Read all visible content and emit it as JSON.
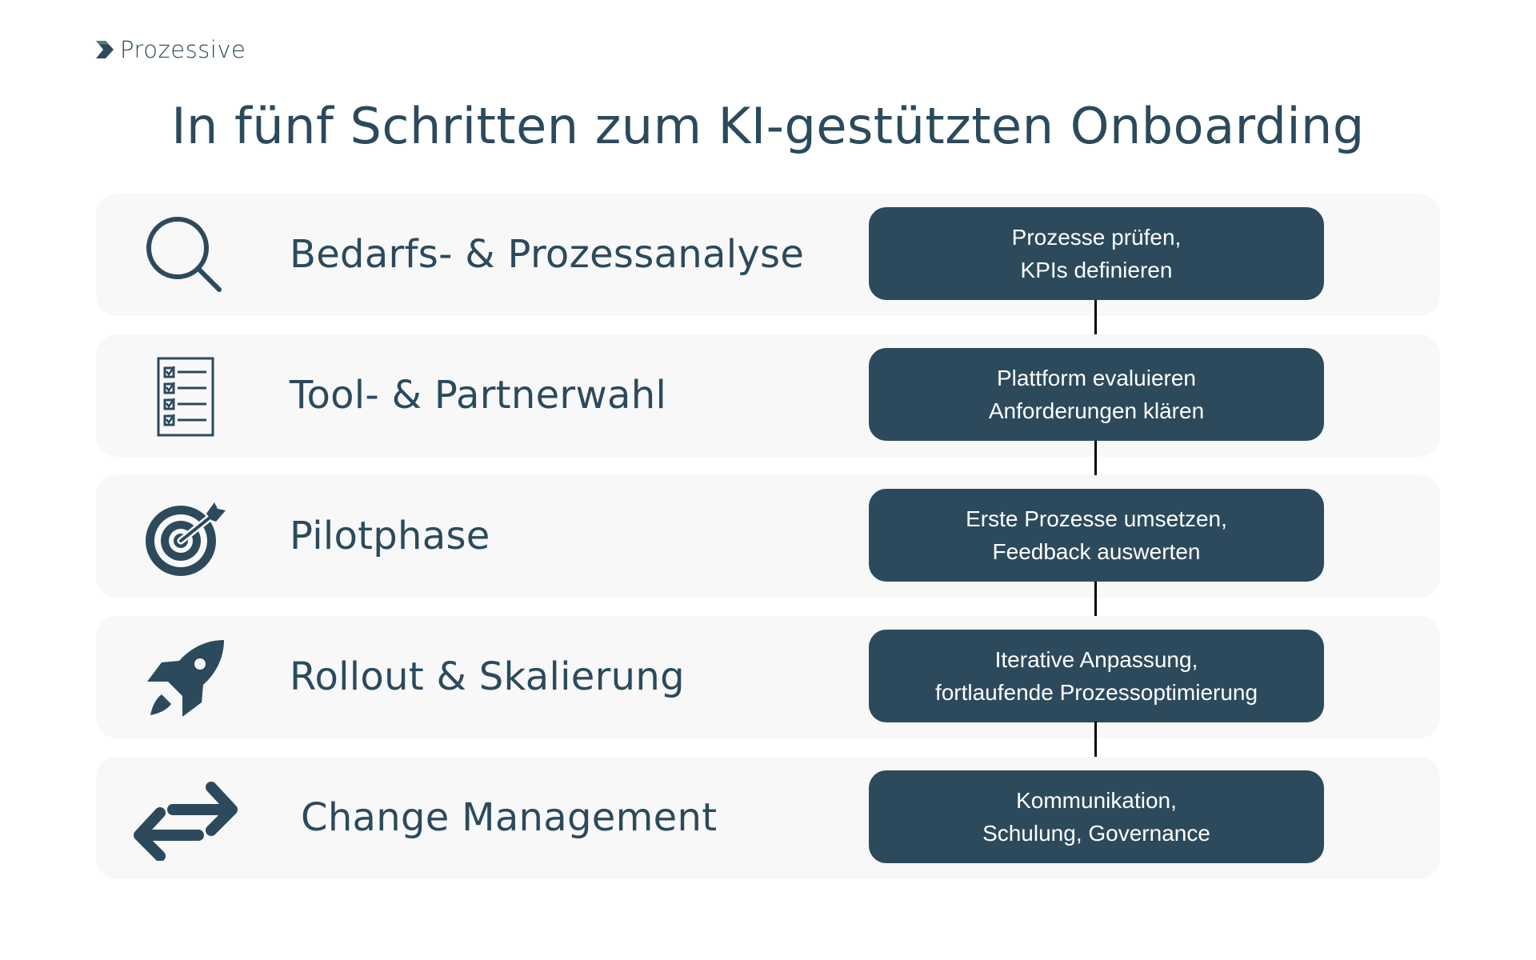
{
  "brand": {
    "name": "Prozessive",
    "colors": {
      "primary": "#2c4a5b",
      "card_bg": "#f8f8f9",
      "arrow": "#000000",
      "box_text": "#ffffff"
    }
  },
  "title": "In fünf Schritten zum KI-gestützten Onboarding",
  "steps": [
    {
      "icon": "search-icon",
      "label": "Bedarfs- & Prozessanalyse",
      "detail": [
        "Prozesse prüfen,",
        "KPIs definieren"
      ]
    },
    {
      "icon": "checklist-icon",
      "label": "Tool- & Partnerwahl",
      "detail": [
        "Plattform evaluieren",
        "Anforderungen klären"
      ]
    },
    {
      "icon": "target-icon",
      "label": "Pilotphase",
      "detail": [
        "Erste Prozesse umsetzen,",
        "Feedback auswerten"
      ]
    },
    {
      "icon": "rocket-icon",
      "label": "Rollout & Skalierung",
      "detail": [
        "Iterative Anpassung,",
        "fortlaufende Prozessoptimierung"
      ]
    },
    {
      "icon": "exchange-arrows-icon",
      "label": "Change Management",
      "detail": [
        "Kommunikation,",
        "Schulung, Governance"
      ]
    }
  ]
}
